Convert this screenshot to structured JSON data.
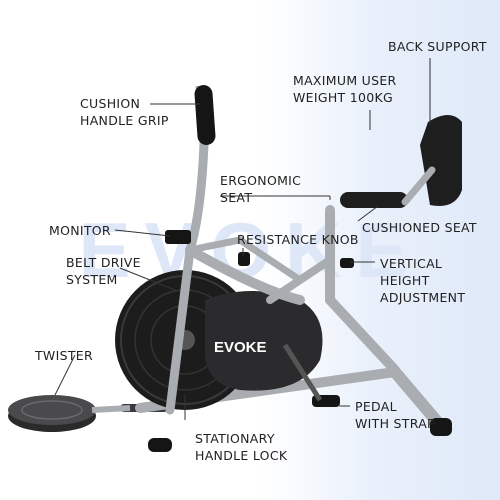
{
  "watermark": "EVOKE",
  "brand_label": "EVOKE",
  "labels": {
    "back_support": "BACK SUPPORT",
    "max_user_line1": "MAXIMUM USER",
    "max_user_line2": "WEIGHT 100KG",
    "cushion_grip_line1": "CUSHION",
    "cushion_grip_line2": "HANDLE GRIP",
    "ergonomic_line1": "ERGONOMIC",
    "ergonomic_line2": "SEAT",
    "monitor": "MONITOR",
    "resistance_knob": "RESISTANCE KNOB",
    "cushioned_seat": "CUSHIONED SEAT",
    "belt_drive_line1": "BELT DRIVE",
    "belt_drive_line2": "SYSTEM",
    "vertical_line1": "VERTICAL",
    "vertical_line2": "HEIGHT",
    "vertical_line3": "ADJUSTMENT",
    "twister": "TWISTER",
    "pedal_line1": "PEDAL",
    "pedal_line2": "WITH STRAP",
    "stationary_line1": "STATIONARY",
    "stationary_line2": "HANDLE LOCK"
  },
  "colors": {
    "background": "#ffffff",
    "watermark": "#dde7f7",
    "frame_silver": "#a9acb0",
    "frame_dark": "#3a3a3c",
    "black_parts": "#151515",
    "label_text": "#222222",
    "pointer_line": "#333333"
  }
}
